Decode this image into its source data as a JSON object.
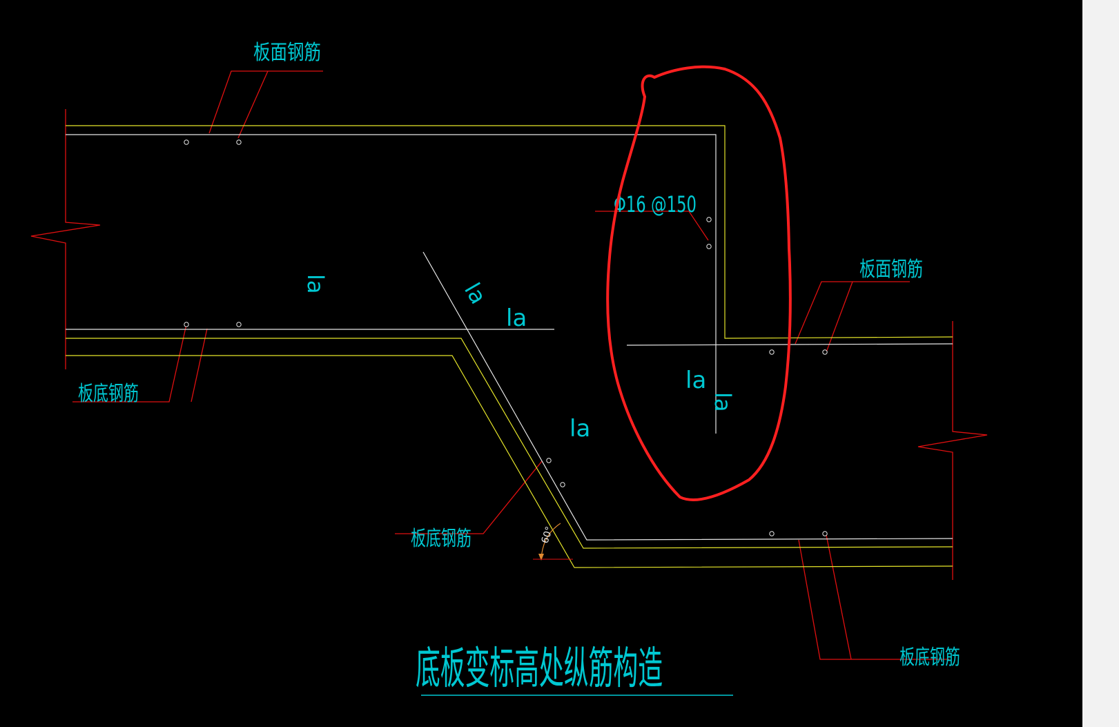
{
  "labels": {
    "slab_top_rebar": "板面钢筋",
    "slab_bottom_rebar": "板底钢筋",
    "anchor_length": "la",
    "rebar_spec": "Φ16 @150",
    "angle": "60°",
    "title": "底板变标高处纵筋构造"
  },
  "colors": {
    "background": "#000000",
    "text": "#00c8d2",
    "leader": "#e01010",
    "rebar_yellow": "#e6e62a",
    "rebar_white": "#e8e8e8",
    "markup": "#ff2020",
    "side_panel": "#f2f2f2"
  }
}
